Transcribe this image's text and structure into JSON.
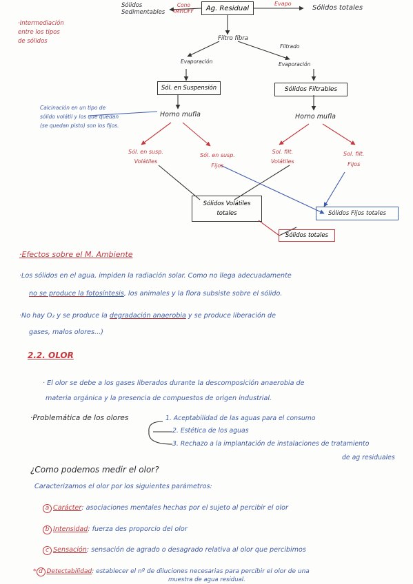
{
  "diagram": {
    "top_left_label": "Sólidos\nSedimentables",
    "como_label": "Cono\nIMHOFF",
    "root_box": "Ag. Residual",
    "evapo_top": "Evapo",
    "solidos_totales": "Sólidos totales",
    "intermediacion_note": "·Intermediación\nentre los tipos\nde sólidos",
    "filtro_label": "Filtro fibra",
    "filtrado_label": "Filtrado",
    "evaporacion_left": "Evaporación",
    "evaporacion_right": "Evaporación",
    "box_suspension": "Sól. en Suspensión",
    "box_filtrables": "Sólidos Filtrables",
    "calcination_note": "Calcinación en un tipo de sólido volátil y los que quedan (se quedan pisto) son los fijos.",
    "horno_left": "Horno mufla",
    "horno_right": "Horno mufla",
    "leaf_1": "Sól. en susp.\nVolátiles",
    "leaf_2": "Sól. en susp.\nFijos",
    "leaf_3": "Sol. filt.\nVolátiles",
    "leaf_4": "Sol. filt.\nFijos",
    "box_volatiles_totales": "Sólidos Volátiles\ntotales",
    "box_fijos_totales": "Sólidos Fijos totales",
    "box_solidos_totales": "Sólidos totales"
  },
  "section_effects": {
    "heading": "·Efectos sobre el M. Ambiente",
    "bullet1_a": "·Los sólidos en el agua, impiden la radiación solar. Como no llega adecuadamente",
    "bullet1_b_pre": "no se produce la ",
    "bullet1_b_hl": "fotosíntesis",
    "bullet1_b_post": ", los animales y la flora subsiste sobre el sólido.",
    "bullet2_a_pre": "·No hay O₂ y se produce la ",
    "bullet2_a_hl": "degradación anaerobia",
    "bullet2_a_post": " y se produce liberación de",
    "bullet2_b": "gases, malos olores...)"
  },
  "section_odor": {
    "heading": "2.2. OLOR",
    "bullet_a": "· El olor se debe a los gases liberados durante la descomposición anaerobia de",
    "bullet_b": "materia orgánica y la presencia de compuestos de origen industrial.",
    "problem_label": "·Problemática de los olores",
    "problems": [
      "1. Aceptabilidad de las aguas para el consumo",
      "2. Estética de los aguas",
      "3. Rechazo a la implantación de instalaciones de tratamiento",
      "de ag residuales"
    ],
    "question": "¿Como podemos medir el olor?",
    "intro": "Caracterizamos el olor por los siguientes parámetros:",
    "params": [
      {
        "letter": "a",
        "name": "Carácter",
        "desc": ": asociaciones mentales hechas por el sujeto al percibir el olor"
      },
      {
        "letter": "b",
        "name": "Intensidad",
        "desc": ": fuerza des proporcio del olor"
      },
      {
        "letter": "c",
        "name": "Sensación",
        "desc": ": sensación de agrado o desagrado relativa al olor que percibimos"
      },
      {
        "letter": "d",
        "name": "Detectabilidad",
        "desc": ": establecer el nº de diluciones necesarias para percibir el olor de una"
      }
    ],
    "last_line": "muestra de agua residual.",
    "star": "*"
  },
  "colors": {
    "ink": "#2b2b33",
    "red": "#c4383e",
    "blue": "#3d5bab"
  }
}
